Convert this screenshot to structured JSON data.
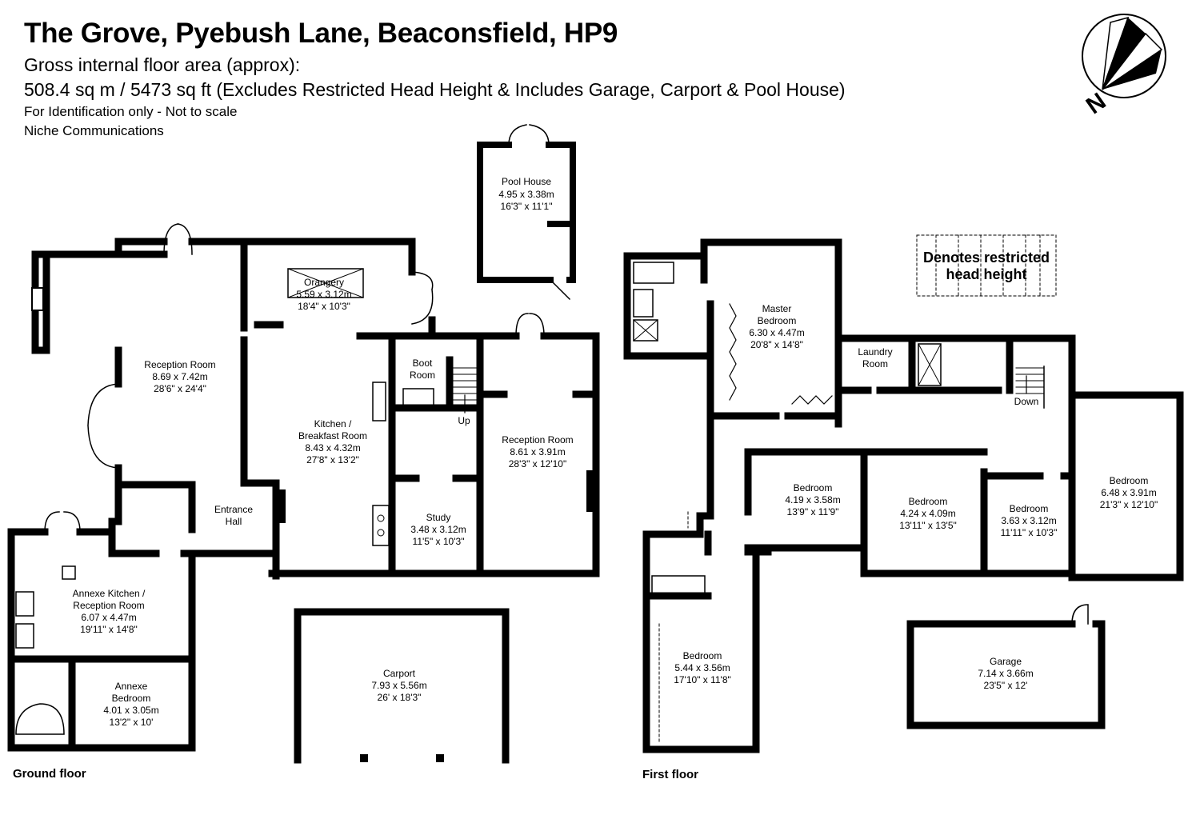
{
  "header": {
    "title": "The Grove, Pyebush Lane, Beaconsfield, HP9",
    "area_label": "Gross internal floor area (approx):",
    "area_value": "508.4 sq m / 5473 sq ft (Excludes Restricted Head Height & Includes Garage, Carport & Pool House)",
    "identification": "For Identification only - Not to scale",
    "company": "Niche Communications"
  },
  "compass": {
    "label": "N"
  },
  "legend": {
    "line1": "Denotes restricted",
    "line2": "head height"
  },
  "floors": {
    "ground": "Ground floor",
    "first": "First floor"
  },
  "rooms": {
    "pool_house": {
      "name": "Pool House",
      "metric": "4.95 x 3.38m",
      "imperial": "16'3\" x 11'1\""
    },
    "orangery": {
      "name": "Orangery",
      "metric": "5.59 x 3.12m",
      "imperial": "18'4\" x 10'3\""
    },
    "reception_1": {
      "name": "Reception Room",
      "metric": "8.69 x 7.42m",
      "imperial": "28'6\" x 24'4\""
    },
    "boot_room": {
      "line1": "Boot",
      "line2": "Room"
    },
    "kitchen": {
      "line1": "Kitchen /",
      "line2": "Breakfast Room",
      "metric": "8.43 x 4.32m",
      "imperial": "27'8\" x 13'2\""
    },
    "reception_2": {
      "name": "Reception Room",
      "metric": "8.61 x 3.91m",
      "imperial": "28'3\" x 12'10\""
    },
    "entrance": {
      "line1": "Entrance",
      "line2": "Hall"
    },
    "study": {
      "name": "Study",
      "metric": "3.48 x 3.12m",
      "imperial": "11'5\" x 10'3\""
    },
    "annexe_kitchen": {
      "line1": "Annexe Kitchen /",
      "line2": "Reception Room",
      "metric": "6.07 x 4.47m",
      "imperial": "19'11\" x 14'8\""
    },
    "annexe_bedroom": {
      "line1": "Annexe",
      "line2": "Bedroom",
      "metric": "4.01 x 3.05m",
      "imperial": "13'2\" x 10'"
    },
    "carport": {
      "name": "Carport",
      "metric": "7.93 x 5.56m",
      "imperial": "26' x 18'3\""
    },
    "master": {
      "line1": "Master",
      "line2": "Bedroom",
      "metric": "6.30 x 4.47m",
      "imperial": "20'8\" x 14'8\""
    },
    "laundry": {
      "line1": "Laundry",
      "line2": "Room"
    },
    "bedroom_a": {
      "name": "Bedroom",
      "metric": "4.19 x 3.58m",
      "imperial": "13'9\" x 11'9\""
    },
    "bedroom_b": {
      "name": "Bedroom",
      "metric": "4.24 x 4.09m",
      "imperial": "13'11\" x 13'5\""
    },
    "bedroom_c": {
      "name": "Bedroom",
      "metric": "3.63 x 3.12m",
      "imperial": "11'11\" x 10'3\""
    },
    "bedroom_d": {
      "name": "Bedroom",
      "metric": "6.48 x 3.91m",
      "imperial": "21'3\" x 12'10\""
    },
    "bedroom_e": {
      "name": "Bedroom",
      "metric": "5.44 x 3.56m",
      "imperial": "17'10\" x 11'8\""
    },
    "garage": {
      "name": "Garage",
      "metric": "7.14 x 3.66m",
      "imperial": "23'5\" x 12'"
    }
  },
  "stairs": {
    "up": "Up",
    "down": "Down"
  }
}
